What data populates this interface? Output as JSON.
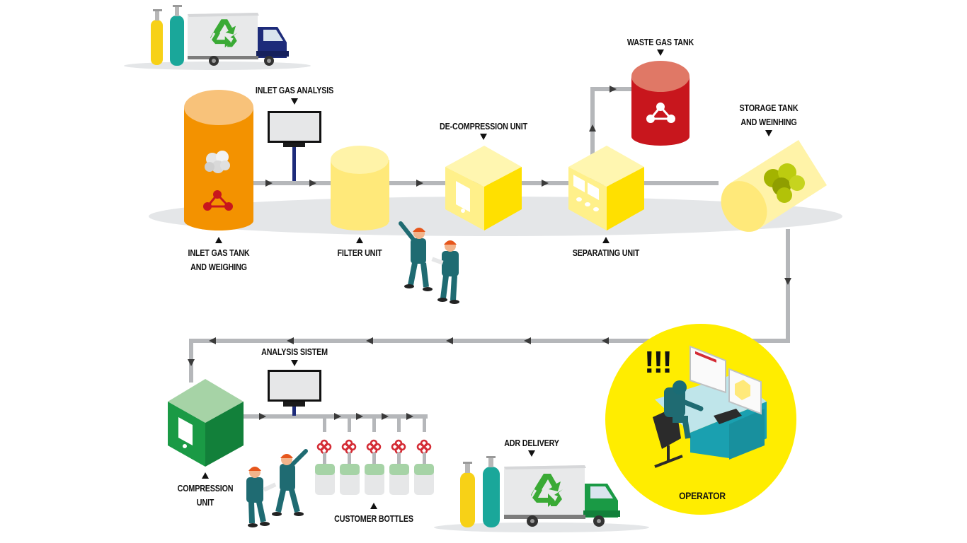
{
  "labels": {
    "inlet_gas_analysis": "INLET GAS ANALYSIS",
    "waste_gas_tank": "WASTE GAS TANK",
    "storage_tank_1": "STORAGE TANK",
    "storage_tank_2": "AND WEINHING",
    "de_compression_unit": "DE-COMPRESSION UNIT",
    "inlet_gas_tank_1": "INLET GAS TANK",
    "inlet_gas_tank_2": "AND WEIGHING",
    "filter_unit": "FILTER UNIT",
    "separating_unit": "SEPARATING UNIT",
    "analysis_sistem": "ANALYSIS SISTEM",
    "compression_unit_1": "COMPRESSION",
    "compression_unit_2": "UNIT",
    "customer_bottles": "CUSTOMER BOTTLES",
    "adr_delivery": "ADR DELIVERY",
    "operator": "OPERATOR",
    "alert": "!!!"
  },
  "colors": {
    "pipe": "#b5b7ba",
    "pipe_arrow": "#3a3a3a",
    "floor": "#e4e6e8",
    "inlet_tank": "#f39200",
    "inlet_tank_top": "#f8c27a",
    "light_yellow": "#fff08a",
    "yellow": "#ffe000",
    "red_tank": "#c8161d",
    "red_tank_top": "#e07866",
    "compression_green": "#1a9a45",
    "compression_top": "#a6d3a6",
    "operator_circle": "#ffed00",
    "worker_teal": "#1f6b72",
    "worker_orange": "#e6561c",
    "truck_blue": "#1d2b7a",
    "truck_green": "#1a9a45",
    "cyl_yellow": "#f7d117",
    "cyl_teal": "#1aa79a",
    "recycle_green": "#3aaa35",
    "valve_red": "#d42b34"
  },
  "icons": {
    "recycle_top_truck": "recycle-icon",
    "recycle_bottom_truck": "recycle-icon",
    "molecule": "molecule-icon",
    "gas_cloud": "gas-cloud-icon",
    "storage_molecule": "molecule-cluster-icon",
    "valve": "valve-icon",
    "computer": "monitor-icon"
  }
}
